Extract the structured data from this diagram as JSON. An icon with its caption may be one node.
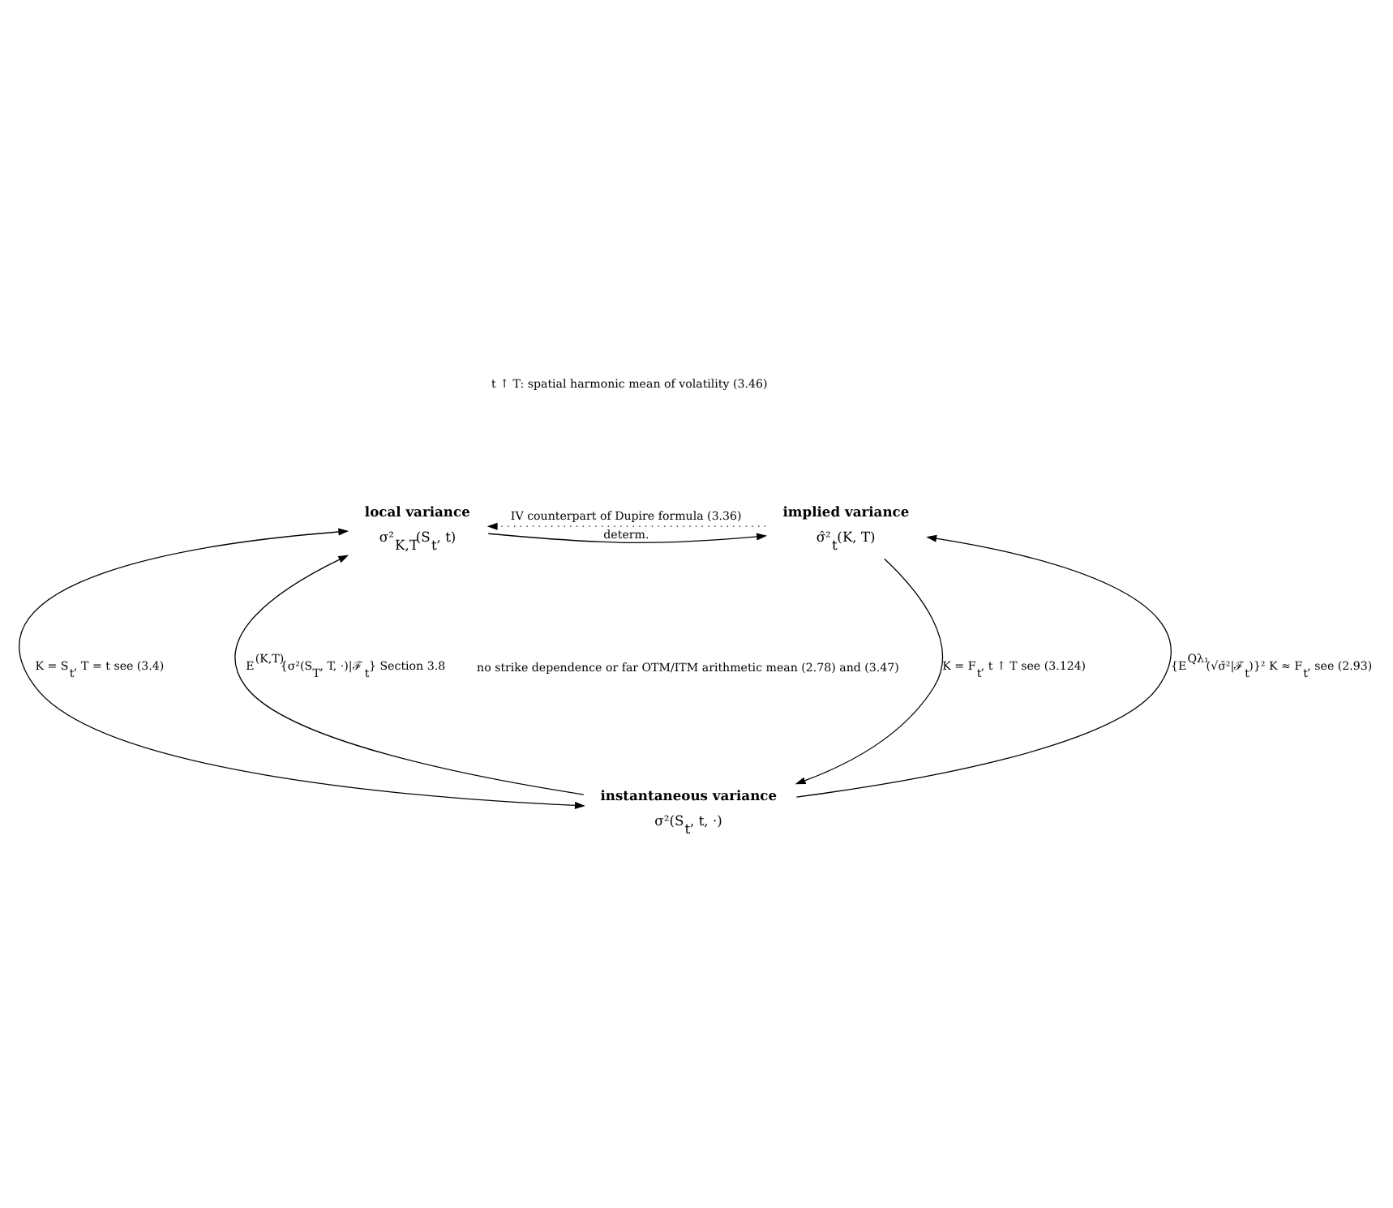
{
  "diagram": {
    "nodes": [
      {
        "text": [
          "local variance",
          "σ²$_{K,T}$(S$_{t}$, t)"
        ]
      },
      {
        "text": [
          "implied variance",
          "σ̂²$_{t}$(K, T)"
        ]
      },
      {
        "text": [
          "instantaneous variance",
          "σ²(S$_{t}$, t, ·)"
        ]
      }
    ],
    "edges": [
      {
        "from": 1,
        "to": 0,
        "arrow": "to",
        "style": "dashed",
        "label": "IV counterpart of Dupire formula (3.36)"
      },
      {
        "from": 0,
        "to": 1,
        "arrow": "to",
        "label": "determ."
      },
      {
        "from": 0,
        "to": 2,
        "arrow": "both",
        "label": "K = S$_{t}$, T = t see (3.4)"
      },
      {
        "from": 2,
        "to": 0,
        "arrow": "to",
        "label": "E$^{(K,T)}${σ²(S$_{T}$, T, ·)|ℱ$_{t}$} Section 3.8"
      },
      {
        "from": 2,
        "to": 1,
        "arrow": "to",
        "label": "{E$^{Qλ₁}$(√σ̄²|ℱ$_{t}$)}² K ≈ F$_{t}$, see (2.93)"
      },
      {
        "from": 1,
        "to": 2,
        "arrow": "to",
        "label": "K = F$_{t}$, t ↑ T see (3.124)"
      }
    ],
    "labels": [
      "t ↑ T: spatial harmonic mean of volatility (3.46)",
      "no strike dependence or far OTM/ITM arithmetic mean (2.78) and (3.47)"
    ]
  }
}
